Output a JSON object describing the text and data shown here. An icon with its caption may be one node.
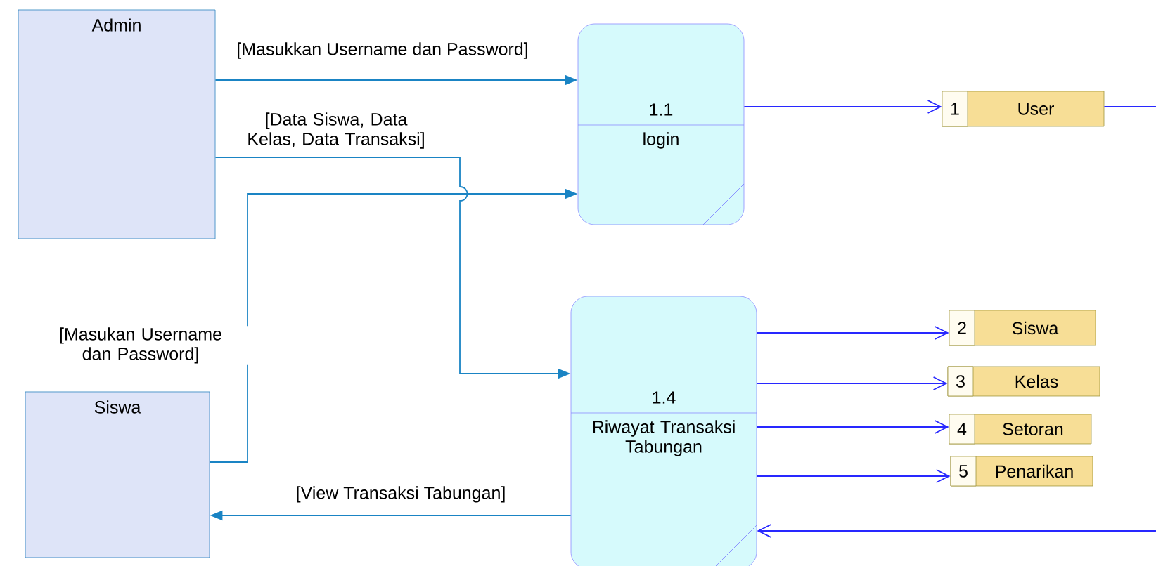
{
  "diagram": {
    "nodes": [
      {
        "text": [
          "Admin"
        ]
      },
      {
        "text": [
          "1.1",
          "login"
        ]
      },
      {
        "text": [
          "1",
          "User"
        ]
      },
      {
        "text": [
          "Siswa"
        ]
      },
      {
        "text": [
          "1.4",
          "Riwayat Transaksi Tabungan"
        ]
      },
      {
        "text": [
          "2",
          "Siswa"
        ]
      },
      {
        "text": [
          "3",
          "Kelas"
        ]
      },
      {
        "text": [
          "4",
          "Setoran"
        ]
      },
      {
        "text": [
          "5",
          "Penarikan"
        ]
      }
    ],
    "edges": [
      {
        "from": 0,
        "to": 1,
        "arrow": "to",
        "label": "[Masukkan Username dan Password]",
        "color": "#1a84c4"
      },
      {
        "from": 0,
        "to": 4,
        "arrow": "to",
        "label": "[Data Siswa, Data Kelas, Data Transaksi]",
        "color": "#1a84c4"
      },
      {
        "from": 3,
        "to": 1,
        "arrow": "to",
        "label": "[Masukan Username dan Password]",
        "color": "#1a84c4"
      },
      {
        "from": 4,
        "to": 3,
        "arrow": "to",
        "label": "[View Transaksi Tabungan]",
        "color": "#1a84c4"
      },
      {
        "from": 1,
        "to": 2,
        "arrow": "to"
      },
      {
        "from": 2,
        "to": null,
        "arrow": "none"
      },
      {
        "from": 4,
        "to": 5,
        "arrow": "to"
      },
      {
        "from": 4,
        "to": 6,
        "arrow": "to"
      },
      {
        "from": 4,
        "to": 7,
        "arrow": "to"
      },
      {
        "from": 4,
        "to": 8,
        "arrow": "to"
      },
      {
        "from": null,
        "to": 4,
        "arrow": "to"
      }
    ]
  }
}
